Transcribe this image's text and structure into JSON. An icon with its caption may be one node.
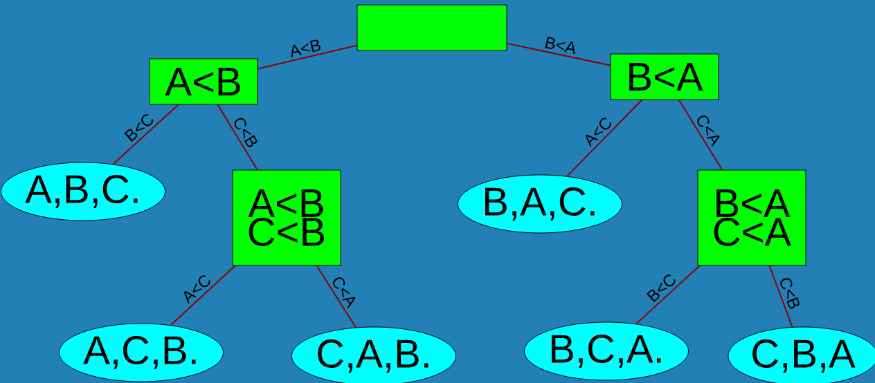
{
  "diagram": {
    "nodes": [
      {
        "text": [],
        "shape": "box"
      },
      {
        "text": [
          "A<B"
        ]
      },
      {
        "text": [
          "B<A"
        ]
      },
      {
        "text": [
          "A,B,C."
        ]
      },
      {
        "text": [
          "A<B C<B"
        ]
      },
      {
        "text": [
          "B,A,C."
        ]
      },
      {
        "text": [
          "B<A C<A"
        ]
      },
      {
        "text": [
          "A,C,B."
        ]
      },
      {
        "text": [
          "C,A,B."
        ]
      },
      {
        "text": [
          "B,C,A."
        ]
      },
      {
        "text": [
          "C,B,A"
        ]
      }
    ],
    "edges": [
      {
        "from": 0,
        "to": 1,
        "arrow": "none",
        "label": "A<B"
      },
      {
        "from": 0,
        "to": 2,
        "arrow": "none",
        "label": "B<A"
      },
      {
        "from": 1,
        "to": 3,
        "arrow": "none",
        "label": "B<C"
      },
      {
        "from": 1,
        "to": 4,
        "arrow": "none",
        "label": "C<B"
      },
      {
        "from": 2,
        "to": 5,
        "arrow": "none",
        "label": "A<C"
      },
      {
        "from": 2,
        "to": 6,
        "arrow": "none",
        "label": "C<A"
      },
      {
        "from": 4,
        "to": 7,
        "arrow": "none",
        "label": "A<C"
      },
      {
        "from": 4,
        "to": 8,
        "arrow": "none",
        "label": "C<A"
      },
      {
        "from": 6,
        "to": 9,
        "arrow": "none",
        "label": "B<C"
      },
      {
        "from": 6,
        "to": 10,
        "arrow": "none",
        "label": "C<B"
      }
    ]
  }
}
